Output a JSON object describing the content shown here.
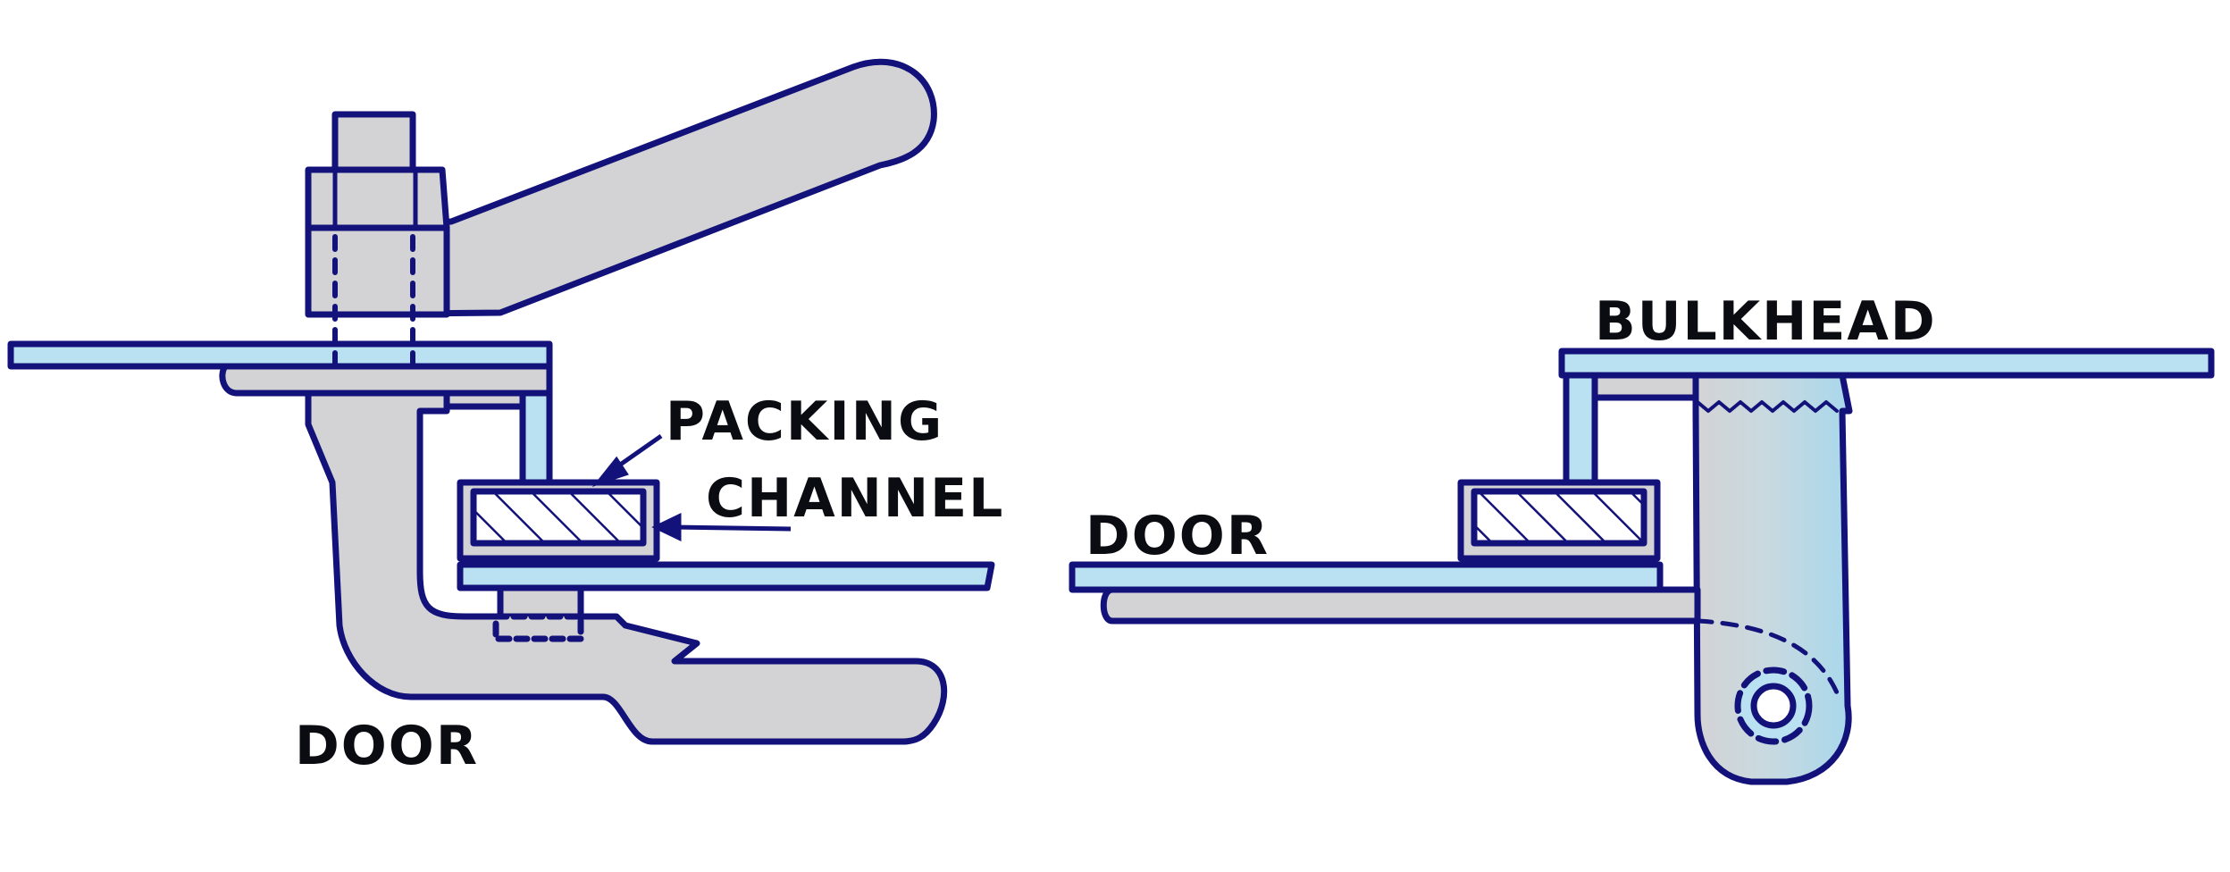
{
  "labels": {
    "packing": "PACKING",
    "channel": "CHANNEL",
    "door_left": "DOOR",
    "door_right": "DOOR",
    "bulkhead": "BULKHEAD"
  },
  "colors": {
    "outline": "#12127a",
    "metal_fill": "#d3d3d5",
    "light_blue": "#b9e1f1",
    "blue_shade": "#a8d8ec",
    "background": "#ffffff",
    "label_text": "#0b0b12"
  }
}
